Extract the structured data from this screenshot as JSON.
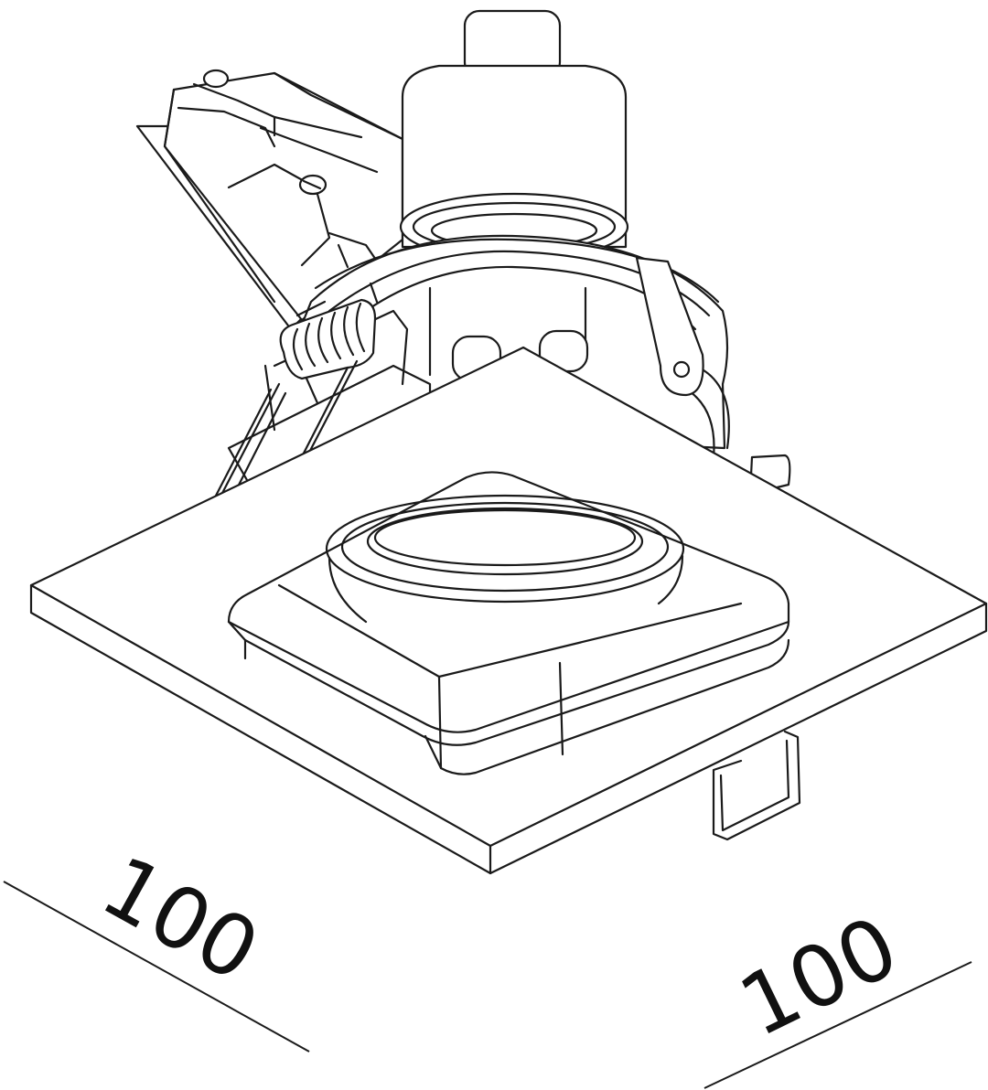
{
  "diagram": {
    "line_color": "#1a1a1a",
    "background": "#ffffff",
    "dimensions": [
      {
        "id": "left-width",
        "label": "100"
      },
      {
        "id": "right-depth",
        "label": "100"
      }
    ]
  }
}
